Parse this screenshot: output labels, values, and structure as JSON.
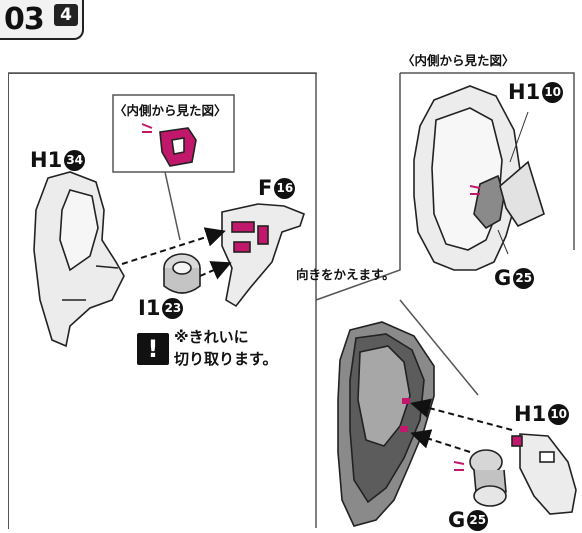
{
  "header": {
    "step_number": "03",
    "step_sub": "4"
  },
  "captions": {
    "inside_view_left": "〈内側から見た図〉",
    "inside_view_right": "〈内側から見た図〉",
    "turn_direction": "向きをかえます。"
  },
  "note": {
    "icon": "!",
    "line1": "※きれいに",
    "line2": "切り取ります。"
  },
  "parts": {
    "h1_34": {
      "code": "H1",
      "num": "34"
    },
    "f_16": {
      "code": "F",
      "num": "16"
    },
    "i1_23": {
      "code": "I1",
      "num": "23"
    },
    "h1_10_top": {
      "code": "H1",
      "num": "10"
    },
    "g_25_right": {
      "code": "G",
      "num": "25"
    },
    "h1_10_bottom": {
      "code": "H1",
      "num": "10"
    },
    "g_25_bottom": {
      "code": "G",
      "num": "25"
    }
  },
  "colors": {
    "accent_magenta": "#c2186b",
    "line": "#222222",
    "part_fill": "#ececec",
    "shade": "#8a8a8a"
  }
}
